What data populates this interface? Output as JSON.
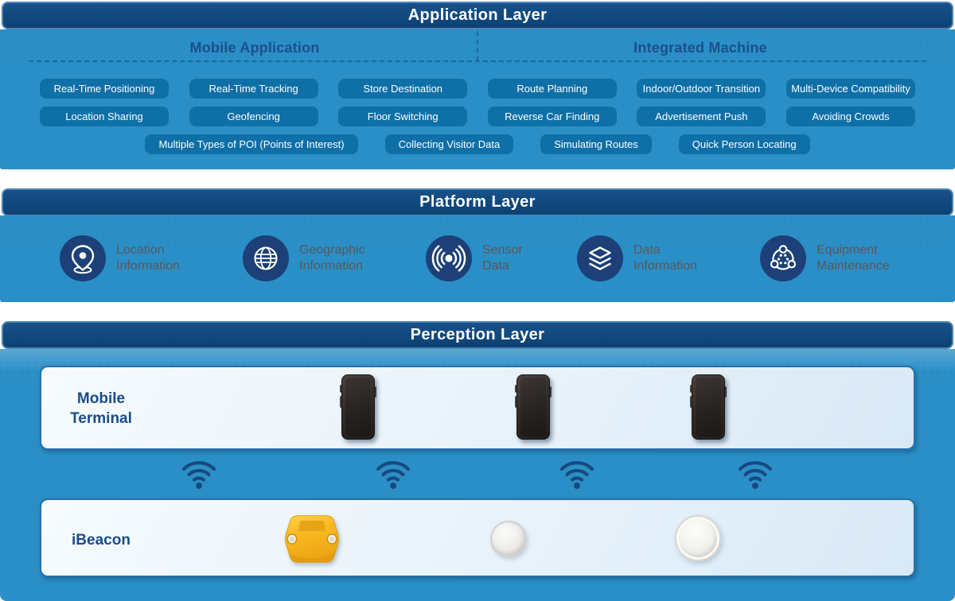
{
  "colors": {
    "layer_header_bg": "#114A80",
    "layer_header_border": "#4E86B4",
    "layer_body_bg": "#2B8FC7",
    "pill_bg": "#0F6FA7",
    "pill_text": "#FFFFFF",
    "section_heading_text": "#1C4F8B",
    "icon_circle_bg": "#1C4077",
    "platform_label_text": "#5B5757",
    "panel_bg_light": "#EDF5FB",
    "panel_border": "#2470AC",
    "panel_label_text": "#1A4C88",
    "wifi_icon": "#17497F",
    "beacon_yellow": "#F6B41E"
  },
  "application_layer": {
    "title": "Application Layer",
    "mobile_application_heading": "Mobile Application",
    "integrated_machine_heading": "Integrated Machine",
    "pills_row1": [
      "Real-Time Positioning",
      "Real-Time Tracking",
      "Store Destination",
      "Route Planning",
      "Indoor/Outdoor Transition",
      "Multi-Device Compatibility"
    ],
    "pills_row2": [
      "Location Sharing",
      "Geofencing",
      "Floor Switching",
      "Reverse Car Finding",
      "Advertisement Push",
      "Avoiding Crowds"
    ],
    "pills_row3": [
      "Multiple Types of POI (Points of Interest)",
      "Collecting Visitor Data",
      "Simulating Routes",
      "Quick Person Locating"
    ]
  },
  "platform_layer": {
    "title": "Platform Layer",
    "items": [
      {
        "icon": "location-pin-icon",
        "line1": "Location",
        "line2": "Information"
      },
      {
        "icon": "globe-icon",
        "line1": "Geographic",
        "line2": "Information"
      },
      {
        "icon": "signal-waves-icon",
        "line1": "Sensor",
        "line2": "Data"
      },
      {
        "icon": "layers-icon",
        "line1": "Data",
        "line2": "Information"
      },
      {
        "icon": "maintenance-cycle-icon",
        "line1": "Equipment",
        "line2": "Maintenance"
      }
    ]
  },
  "perception_layer": {
    "title": "Perception Layer",
    "mobile_terminal": {
      "line1": "Mobile",
      "line2": "Terminal"
    },
    "ibeacon_label": "iBeacon"
  }
}
